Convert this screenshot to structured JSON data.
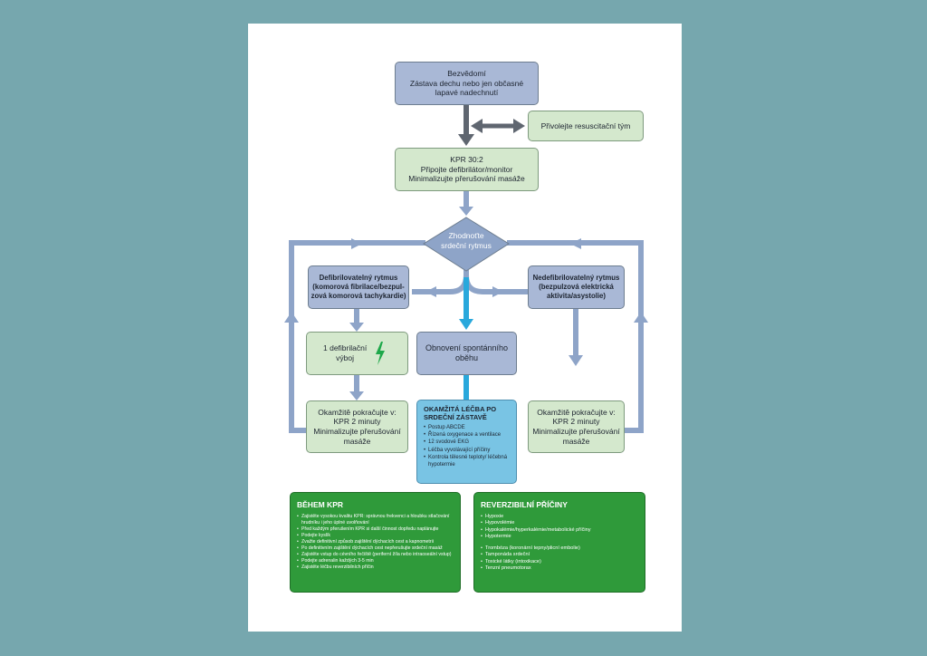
{
  "flowchart": {
    "unresponsive": [
      "Bezvědomí",
      "Zástava dechu nebo jen občasné",
      "lapavé nadechnutí"
    ],
    "call_team": "Přivolejte resuscitační tým",
    "cpr": [
      "KPR 30:2",
      "Připojte defibrilátor/monitor",
      "Minimalizujte přerušování masáže"
    ],
    "assess": [
      "Zhodnoťte",
      "srdeční rytmus"
    ],
    "shockable": [
      "Defibrilovatelný rytmus",
      "(komorová fibrilace/bezpul-",
      "zová komorová tachykardie)"
    ],
    "non_shockable": [
      "Nedefibrilovatelný rytmus",
      "(bezpulzová elektrická",
      "aktivita/asystolie)"
    ],
    "shock": [
      "1 defibrilační",
      "výboj"
    ],
    "rosc": [
      "Obnovení spontánního",
      "oběhu"
    ],
    "resume_left": [
      "Okamžitě pokračujte v:",
      "KPR 2 minuty",
      "Minimalizujte přerušování",
      "masáže"
    ],
    "resume_right": [
      "Okamžitě pokračujte v:",
      "KPR 2 minuty",
      "Minimalizujte přerušování",
      "masáže"
    ],
    "post_arrest": {
      "title": [
        "OKAMŽITÁ LÉČBA PO",
        "SRDEČNÍ ZÁSTAVĚ"
      ],
      "items": [
        "Postup ABCDE",
        "Řízená oxygenace a ventilace",
        "12 svodové EKG",
        "Léčba vyvolávající příčiny",
        "Kontrola tělesné teploty/ léčebná hypotermie"
      ]
    }
  },
  "during_cpr": {
    "title": "BĚHEM KPR",
    "items": [
      "Zajistěte vysokou kvalitu KPR: správnou frekvenci a hloubku stlačování hrudníku i jeho úplné uvolňování",
      "Před každým přerušením KPR si další činnost dopředu naplánujte",
      "Podejte kyslík",
      "Zvažte definitivní způsob zajištění dýchacích cest a kapnometrii",
      "Po definitivním zajištění dýchacích cest nepřerušujte srdeční masáž",
      "Zajistěte vstup do cévního řečiště (periferní žíla nebo intraoseální vstup)",
      "Podejte adrenalin každých 3-5 min",
      "Zajistěte léčbu reverzibilních příčin"
    ]
  },
  "reversible_causes": {
    "title": "REVERZIBILNÍ PŘÍČINY",
    "items_a": [
      "Hypoxie",
      "Hypovolémie",
      "Hypokalémie/hyperkalémie/metabolické příčiny",
      "Hypotermie"
    ],
    "items_b": [
      "Trombóza (koronární tepny/plicní embolie)",
      "Tamponáda srdeční",
      "Toxické látky (intoxikace)",
      "Tenzní pneumotorax"
    ]
  },
  "colors": {
    "background": "#76a7ae",
    "box_blue": "#a9b8d6",
    "box_green": "#d4e8cd",
    "box_cyan": "#79c4e4",
    "panel_green": "#2f9a3a",
    "arrow_grey": "#5f6670",
    "arrow_blue": "#8ea4c8",
    "arrow_cyan": "#29a8dc",
    "shock_icon": "#1ea84a"
  },
  "icons": [
    "lightning-bolt-icon"
  ]
}
